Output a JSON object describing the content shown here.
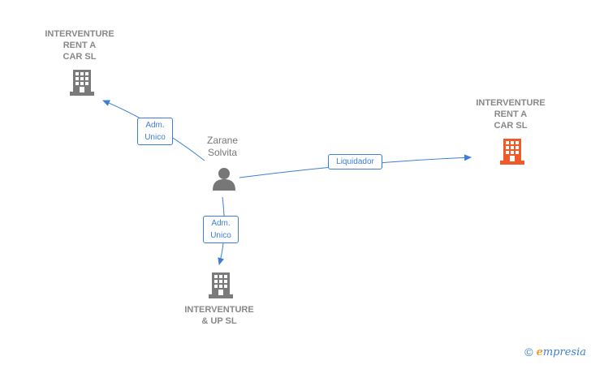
{
  "nodes": {
    "company_top_left": {
      "name": "INTERVENTURE\nRENT A\nCAR  SL",
      "color": "#888888",
      "icon": "building-icon"
    },
    "company_right": {
      "name": "INTERVENTURE\nRENT A\nCAR SL",
      "color": "#888888",
      "icon": "building-icon",
      "icon_color": "#f05a28"
    },
    "company_bottom": {
      "name": "INTERVENTURE\n& UP  SL",
      "color": "#888888",
      "icon": "building-icon"
    },
    "person": {
      "name": "Zarane\nSolvita",
      "icon": "person-icon",
      "color": "#777777"
    }
  },
  "edges": {
    "to_top_left": {
      "label": "Adm.\nUnico"
    },
    "to_right": {
      "label": "Liquidador"
    },
    "to_bottom": {
      "label": "Adm.\nUnico"
    }
  },
  "colors": {
    "edge": "#3d7fd6",
    "edge_label_text": "#3d7fd6",
    "building_gray": "#7a7a7a",
    "building_orange": "#f05a28"
  },
  "footer": {
    "copyright": "©",
    "brand_first": "e",
    "brand_rest": "mpresia",
    "brand_color": "#3d7fd6"
  }
}
